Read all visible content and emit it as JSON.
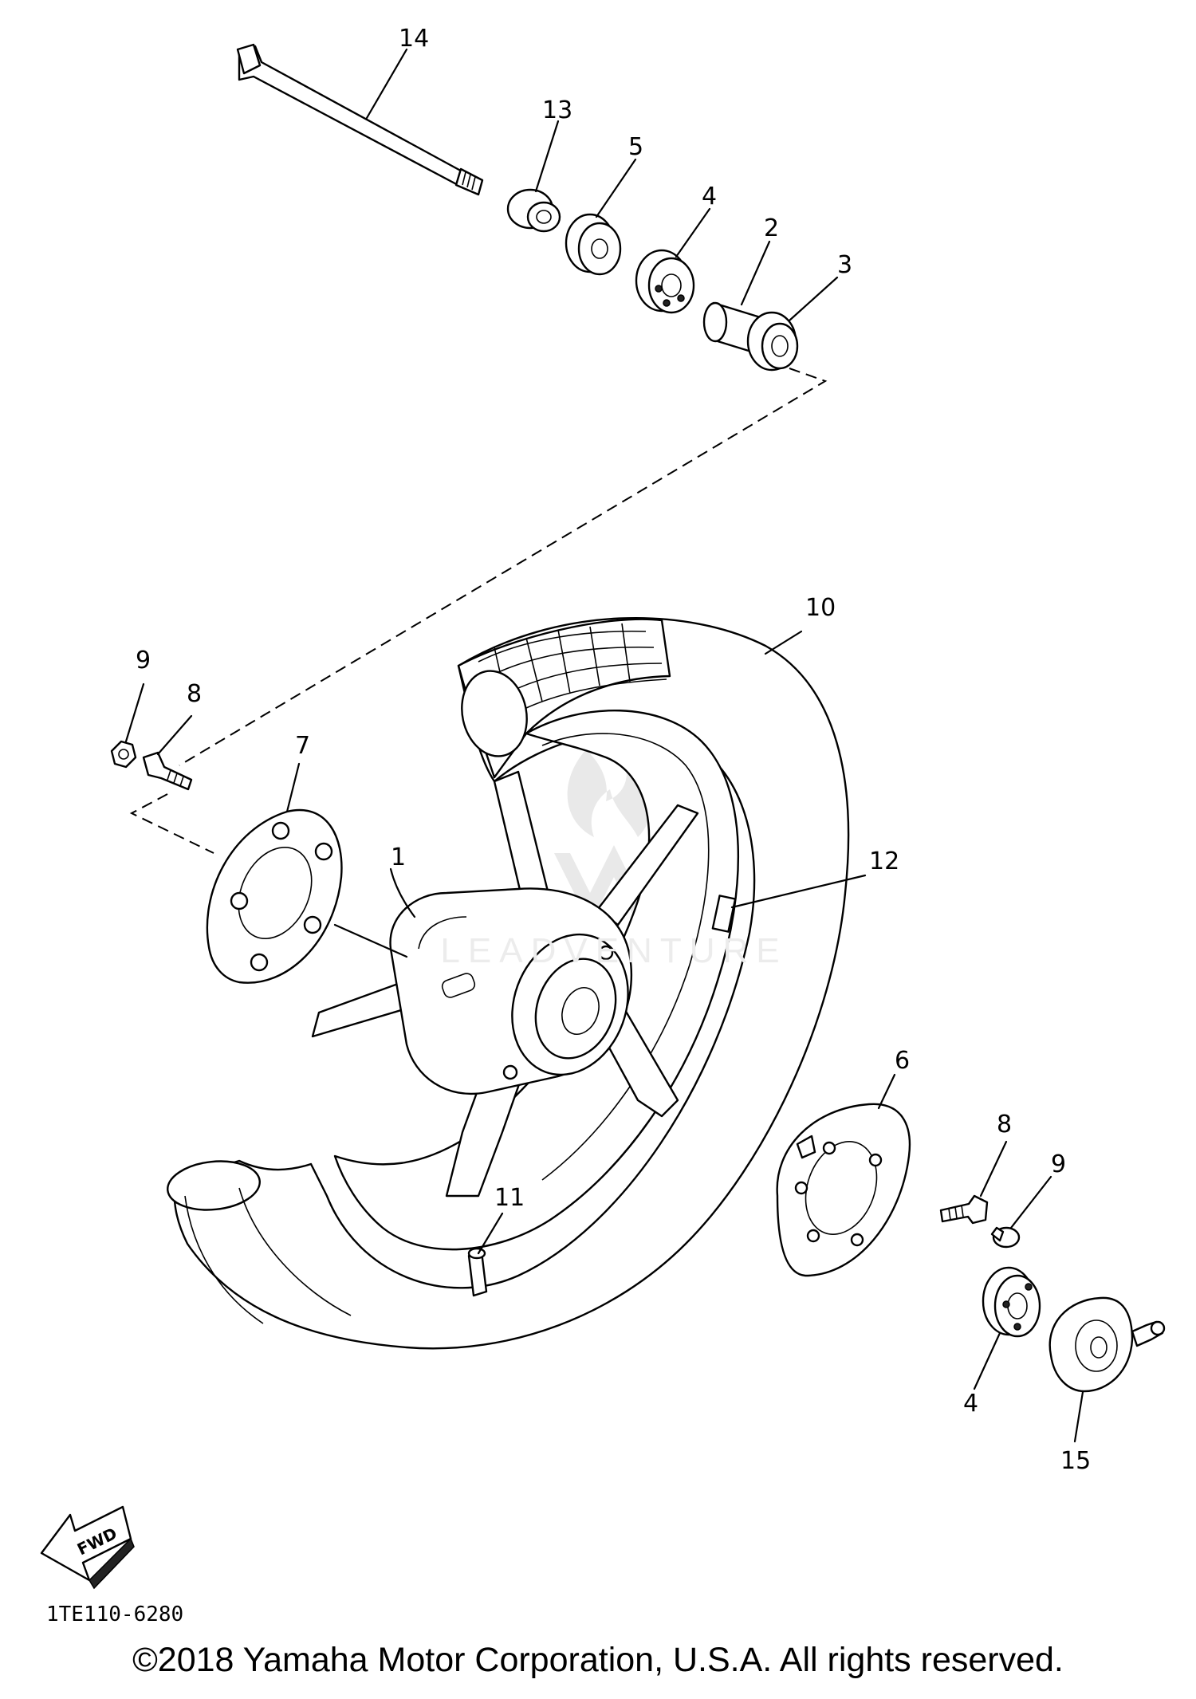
{
  "diagram": {
    "callouts": [
      "1",
      "2",
      "3",
      "4",
      "5",
      "6",
      "7",
      "8",
      "9",
      "10",
      "11",
      "12",
      "13",
      "14",
      "15"
    ],
    "callout_second_4": "4",
    "callout_second_8": "8",
    "callout_second_9": "9",
    "fwd_label": "FWD",
    "diagram_code": "1TE110-6280",
    "watermark_text": "LEADVENTURE"
  },
  "footer": {
    "copyright": "©2018 Yamaha Motor Corporation, U.S.A. All rights reserved."
  }
}
